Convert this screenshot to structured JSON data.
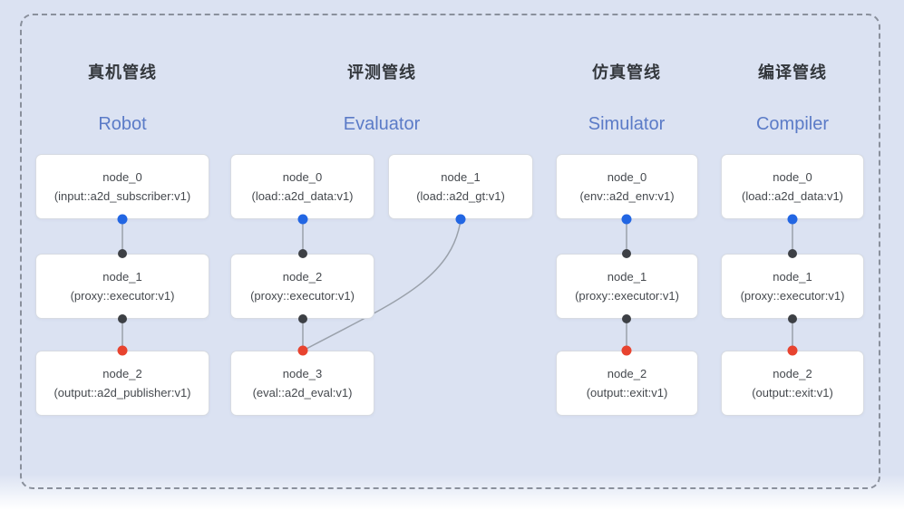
{
  "diagram": {
    "pipelines": [
      {
        "title_zh": "真机管线",
        "title_en": "Robot",
        "nodes": [
          {
            "name": "node_0",
            "type": "(input::a2d_subscriber:v1)"
          },
          {
            "name": "node_1",
            "type": "(proxy::executor:v1)"
          },
          {
            "name": "node_2",
            "type": "(output::a2d_publisher:v1)"
          }
        ]
      },
      {
        "title_zh": "评测管线",
        "title_en": "Evaluator",
        "nodes": [
          {
            "name": "node_0",
            "type": "(load::a2d_data:v1)"
          },
          {
            "name": "node_1",
            "type": "(load::a2d_gt:v1)"
          },
          {
            "name": "node_2",
            "type": "(proxy::executor:v1)"
          },
          {
            "name": "node_3",
            "type": "(eval::a2d_eval:v1)"
          }
        ]
      },
      {
        "title_zh": "仿真管线",
        "title_en": "Simulator",
        "nodes": [
          {
            "name": "node_0",
            "type": "(env::a2d_env:v1)"
          },
          {
            "name": "node_1",
            "type": "(proxy::executor:v1)"
          },
          {
            "name": "node_2",
            "type": "(output::exit:v1)"
          }
        ]
      },
      {
        "title_zh": "编译管线",
        "title_en": "Compiler",
        "nodes": [
          {
            "name": "node_0",
            "type": "(load::a2d_data:v1)"
          },
          {
            "name": "node_1",
            "type": "(proxy::executor:v1)"
          },
          {
            "name": "node_2",
            "type": "(output::exit:v1)"
          }
        ]
      }
    ],
    "colors": {
      "input_port": "#2266e3",
      "internal_port": "#3d4045",
      "output_port": "#e8432f",
      "edge": "#9aa1ab",
      "background": "#dbe2f2",
      "box_border": "#d7dbe2",
      "title_en": "#5b7bc7",
      "title_zh": "#33373c"
    }
  }
}
